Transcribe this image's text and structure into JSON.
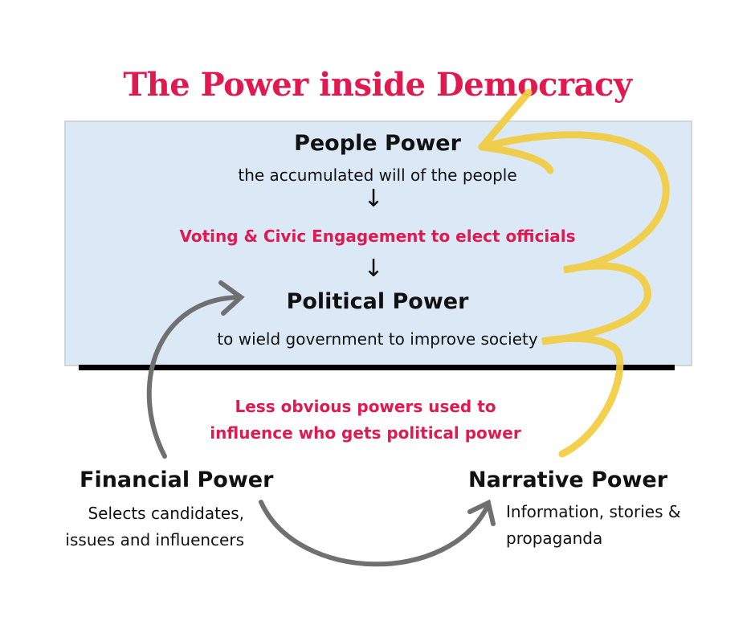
{
  "title": "The Power inside Democracy",
  "people": {
    "heading": "People Power",
    "desc": "the accumulated will of the people"
  },
  "voting": "Voting & Civic Engagement to elect officials",
  "political": {
    "heading": "Political Power",
    "desc": "to wield government to improve society"
  },
  "less_obvious": [
    "Less obvious powers used to",
    "influence who gets political power"
  ],
  "financial": {
    "heading": "Financial Power",
    "desc": [
      "Selects candidates,",
      "issues and influencers"
    ]
  },
  "narrative": {
    "heading": "Narrative Power",
    "desc": [
      "Information, stories &",
      "propaganda"
    ]
  },
  "colors": {
    "accent": "#e0194f",
    "box": "#dbe9f6",
    "yellow": "#f2cc3f",
    "gray": "#707070"
  }
}
